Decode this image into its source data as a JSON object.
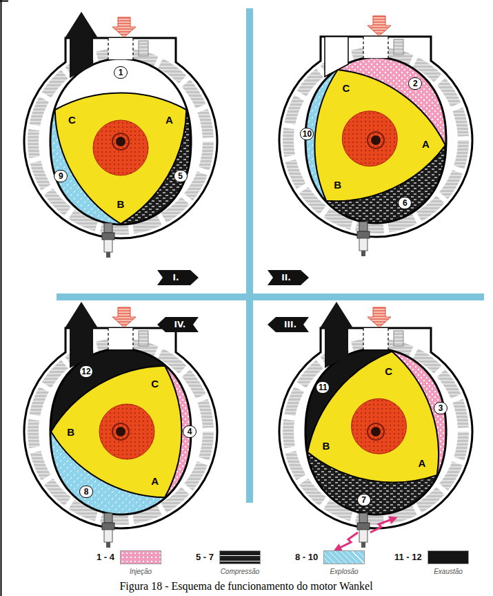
{
  "diagram": {
    "caption": "Figura 18 - Esquema de funcionamento do motor Wankel",
    "labels": [
      "1",
      "5",
      "9",
      "C",
      "A",
      "B",
      "2",
      "10",
      "6",
      "C",
      "A",
      "B",
      "I.",
      "II.",
      "IV.",
      "III.",
      "12",
      "4",
      "8",
      "C",
      "B",
      "A",
      "11",
      "3",
      "7",
      "C",
      "B",
      "A",
      "1 - 4",
      "5 - 7",
      "8 - 10",
      "11 - 12"
    ],
    "legend": [
      {
        "text": "Injeção",
        "color": "#f29bbd"
      },
      {
        "text": "Compressão",
        "color": "#1c1c1c"
      },
      {
        "text": "Explosão",
        "color": "#8ed3ec"
      },
      {
        "text": "Exaustão",
        "color": "#141414"
      }
    ]
  }
}
